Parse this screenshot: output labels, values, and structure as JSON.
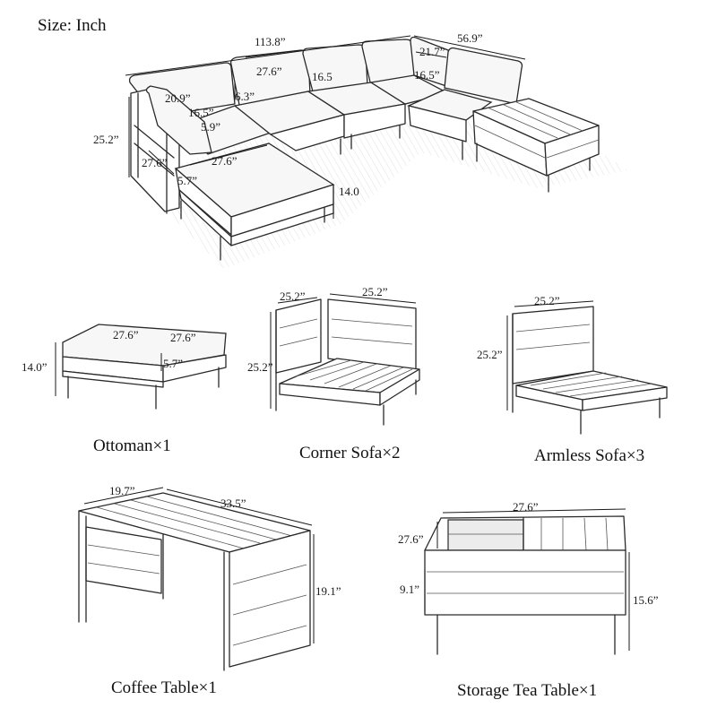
{
  "header": {
    "size_label": "Size: Inch"
  },
  "main": {
    "dims": {
      "total_length": "113.8”",
      "total_width": "56.9”",
      "back_cushion_w": "27.6”",
      "back_cushion_w2": "16.5",
      "corner_w": "21.7”",
      "corner_d": "16.5”",
      "arm_cushion_h": "20.9”",
      "arm_gap": "6.3”",
      "arm_cushion_d": "16.5”",
      "arm_cushion_t": "5.9”",
      "height": "25.2”",
      "ottoman_d": "27.6”",
      "ottoman_w": "27.6”",
      "ottoman_cushion_t": "5.7”",
      "ottoman_h": "14.0"
    }
  },
  "components": {
    "ottoman": {
      "caption": "Ottoman×1",
      "w": "27.6”",
      "d": "27.6”",
      "cushion": "5.7”",
      "h": "14.0”"
    },
    "corner_sofa": {
      "caption": "Corner Sofa×2",
      "w": "25.2”",
      "d": "25.2”",
      "h": "25.2”"
    },
    "armless_sofa": {
      "caption": "Armless Sofa×3",
      "w": "25.2”",
      "h": "25.2”"
    },
    "coffee_table": {
      "caption": "Coffee Table×1",
      "w": "19.7”",
      "l": "33.5”",
      "h": "19.1”"
    },
    "storage_table": {
      "caption": "Storage Tea Table×1",
      "w": "27.6”",
      "d": "27.6”",
      "inner_h": "9.1”",
      "h": "15.6”"
    }
  }
}
